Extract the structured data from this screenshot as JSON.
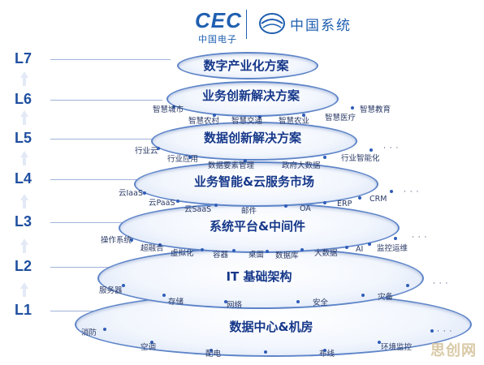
{
  "header": {
    "cec_logo": "CEC",
    "cec_sub": "中国电子",
    "cs_name": "中国系统"
  },
  "levels": [
    {
      "label": "L7",
      "title": "数字产业化方案",
      "items": []
    },
    {
      "label": "L6",
      "title": "业务创新解决方案",
      "items": [
        "智慧城市",
        "智慧农村",
        "智慧交通",
        "智慧农业",
        "智慧医疗",
        "智慧教育"
      ]
    },
    {
      "label": "L5",
      "title": "数据创新解决方案",
      "items": [
        "行业云",
        "行业应用",
        "数据要素管理",
        "政府大数据",
        "行业智能化",
        "..."
      ]
    },
    {
      "label": "L4",
      "title": "业务智能&云服务市场",
      "items": [
        "云IaaS",
        "云PaaS",
        "云SaaS",
        "邮件",
        "OA",
        "ERP",
        "CRM",
        "..."
      ]
    },
    {
      "label": "L3",
      "title": "系统平台&中间件",
      "items": [
        "操作系统",
        "超融合",
        "虚拟化",
        "容器",
        "桌面",
        "数据库",
        "大数据",
        "AI",
        "监控运维",
        "..."
      ]
    },
    {
      "label": "L2",
      "title": "IT 基础架构",
      "items": [
        "服务器",
        "存储",
        "网络",
        "安全",
        "灾备",
        "..."
      ]
    },
    {
      "label": "L1",
      "title": "数据中心&机房",
      "items": [
        "消防",
        "空调",
        "配电",
        "布线",
        "环境监控",
        "..."
      ]
    }
  ],
  "watermark": "思创网",
  "colors": {
    "brand": "#1f5fb0",
    "ring_border": "#5d84c8",
    "title": "#16388a"
  }
}
